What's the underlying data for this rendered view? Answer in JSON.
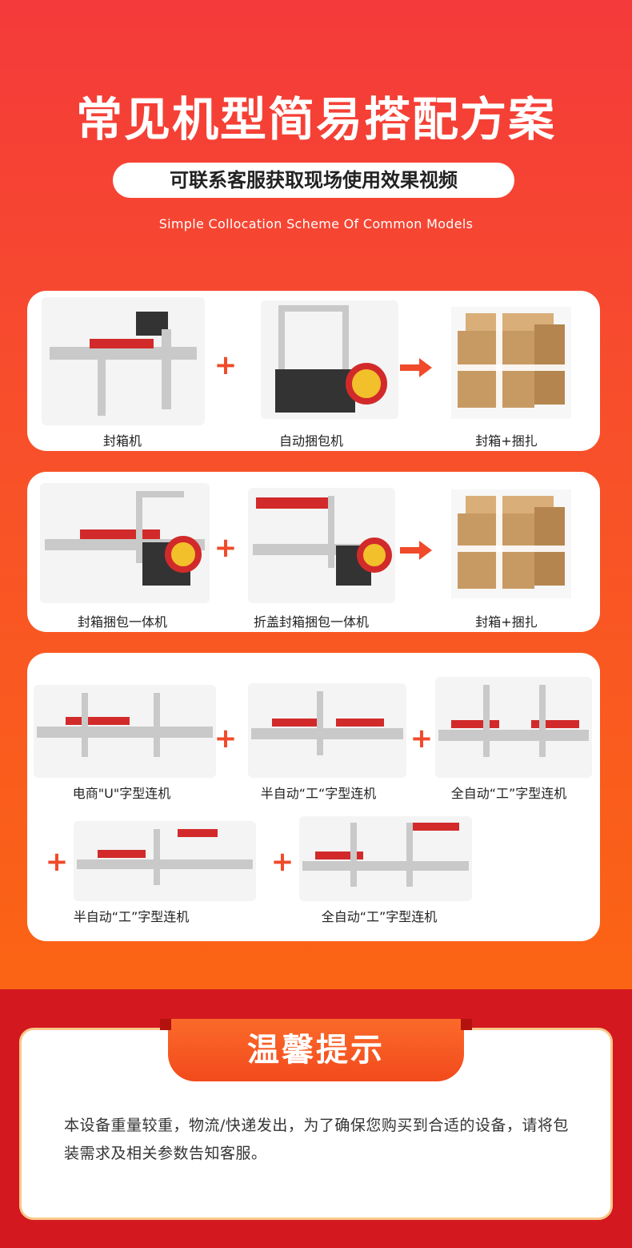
{
  "header": {
    "title": "常见机型简易搭配方案",
    "pill_text": "可联系客服获取现场使用效果视频",
    "subtitle_en": "Simple Collocation Scheme Of Common Models"
  },
  "combo1": {
    "items": [
      {
        "label": "封箱机"
      },
      {
        "label": "自动捆包机"
      },
      {
        "label": "封箱+捆扎"
      }
    ]
  },
  "combo2": {
    "items": [
      {
        "label": "封箱捆包一体机"
      },
      {
        "label": "折盖封箱捆包一体机"
      },
      {
        "label": "封箱+捆扎"
      }
    ]
  },
  "combo3": {
    "items": [
      {
        "label": "电商\"U\"字型连机"
      },
      {
        "label": "半自动“工“字型连机"
      },
      {
        "label": "全自动“工”字型连机"
      },
      {
        "label": "半自动“工”字型连机"
      },
      {
        "label": "全自动“工”字型连机"
      }
    ]
  },
  "symbols": {
    "plus": "+"
  },
  "notice": {
    "title": "温馨提示",
    "text": "本设备重量较重，物流/快递发出，为了确保您购买到合适的设备，请将包装需求及相关参数告知客服。"
  },
  "colors": {
    "accent": "#f04a2a",
    "top_gradient_start": "#f43a3a",
    "top_gradient_end": "#fb6414",
    "bottom_band": "#d3181f",
    "notice_border": "#f9c88a"
  }
}
